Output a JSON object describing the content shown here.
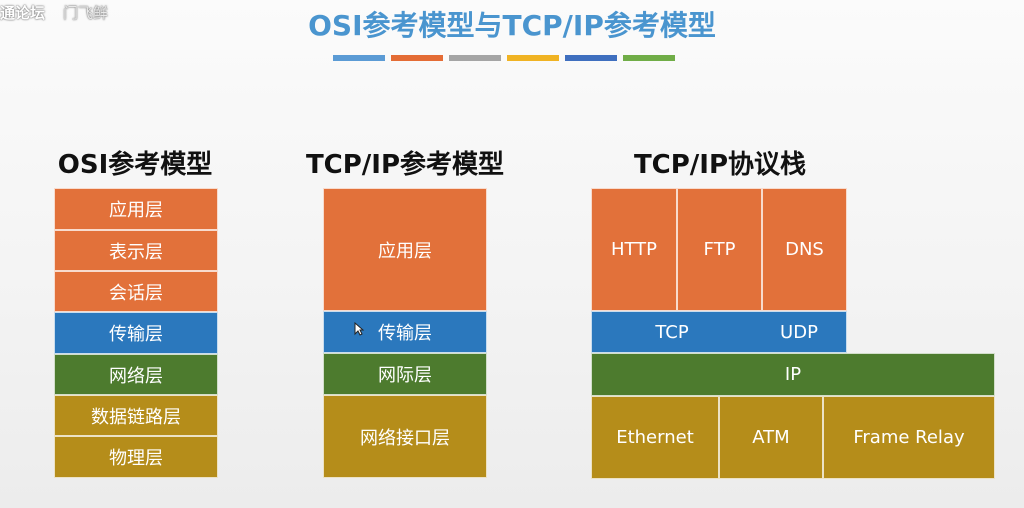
{
  "watermark": {
    "text": "通论坛",
    "faint": "门飞鲜"
  },
  "title": "OSI参考模型与TCP/IP参考模型",
  "colors": {
    "bar_blue": "#5b9bd5",
    "bar_orange": "#e46c35",
    "bar_gray": "#a5a5a5",
    "bar_yellow": "#f0b323",
    "bar_navy": "#3f6fbf",
    "bar_green": "#70ad47",
    "orange": "#e2713a",
    "blue": "#2b78bd",
    "green": "#4d7b2e",
    "mustard": "#b58d1a"
  },
  "osi": {
    "heading": "OSI参考模型",
    "layers": [
      "应用层",
      "表示层",
      "会话层",
      "传输层",
      "网络层",
      "数据链路层",
      "物理层"
    ]
  },
  "tcpip": {
    "heading": "TCP/IP参考模型",
    "layers": [
      "应用层",
      "传输层",
      "网际层",
      "网络接口层"
    ]
  },
  "stack": {
    "heading": "TCP/IP协议栈",
    "app": [
      "HTTP",
      "FTP",
      "DNS"
    ],
    "transport": [
      "TCP",
      "UDP"
    ],
    "network": "IP",
    "link": [
      "Ethernet",
      "ATM",
      "Frame Relay"
    ]
  }
}
